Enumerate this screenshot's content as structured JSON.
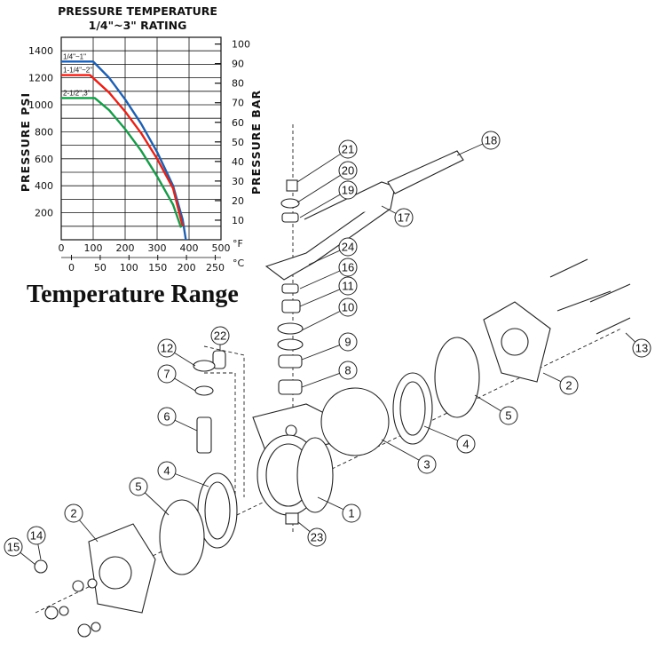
{
  "chart_data": {
    "type": "line",
    "title": "PRESSURE TEMPERATURE",
    "subtitle": "1/4\"~3\" RATING",
    "ylabel": "PRESSURE  PSI",
    "y2label": "PRESSURE  BAR",
    "x_unit_f": "°F",
    "x_unit_c": "°C",
    "xlim": [
      0,
      500
    ],
    "ylim": [
      0,
      1500
    ],
    "x_ticks_f": [
      "0",
      "100",
      "200",
      "300",
      "400",
      "500"
    ],
    "x_ticks_c": [
      "0",
      "50",
      "100",
      "150",
      "200",
      "250"
    ],
    "y_ticks_psi": [
      "200",
      "400",
      "600",
      "800",
      "1000",
      "1200",
      "1400"
    ],
    "y_ticks_bar": [
      "10",
      "20",
      "30",
      "40",
      "50",
      "60",
      "70",
      "80",
      "90",
      "100"
    ],
    "grid": true,
    "series": [
      {
        "name": "1/4\"~1\"",
        "color": "#1f5fb0",
        "points": [
          [
            0,
            1320
          ],
          [
            100,
            1320
          ],
          [
            150,
            1200
          ],
          [
            200,
            1040
          ],
          [
            250,
            860
          ],
          [
            300,
            650
          ],
          [
            350,
            400
          ],
          [
            380,
            150
          ],
          [
            390,
            0
          ]
        ]
      },
      {
        "name": "1-1/4\"~2\"",
        "color": "#e2231a",
        "points": [
          [
            0,
            1220
          ],
          [
            90,
            1220
          ],
          [
            150,
            1090
          ],
          [
            200,
            950
          ],
          [
            250,
            790
          ],
          [
            300,
            600
          ],
          [
            350,
            380
          ],
          [
            380,
            100
          ]
        ]
      },
      {
        "name": "2-1/2\",3\"",
        "color": "#1a9a4a",
        "points": [
          [
            0,
            1050
          ],
          [
            105,
            1050
          ],
          [
            150,
            960
          ],
          [
            200,
            820
          ],
          [
            250,
            660
          ],
          [
            300,
            470
          ],
          [
            350,
            260
          ],
          [
            375,
            90
          ]
        ]
      }
    ]
  },
  "heading": "Temperature Range",
  "callouts": [
    "21",
    "20",
    "19",
    "18",
    "17",
    "24",
    "16",
    "11",
    "10",
    "9",
    "8",
    "22",
    "12",
    "7",
    "6",
    "4",
    "5",
    "2",
    "14",
    "15",
    "1",
    "23",
    "3",
    "4",
    "5",
    "2",
    "13"
  ]
}
